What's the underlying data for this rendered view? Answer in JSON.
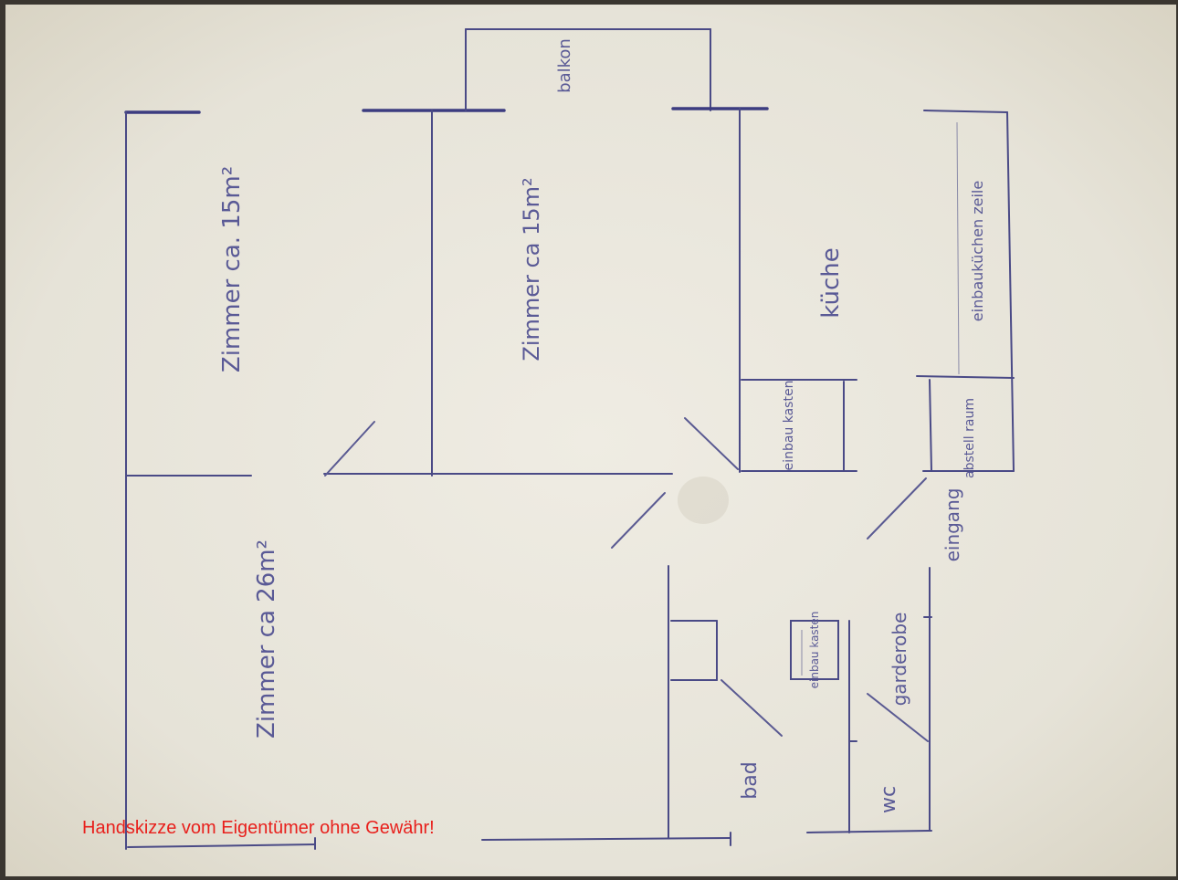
{
  "colors": {
    "paper": "#e9e6dc",
    "ink": "#4a4a86",
    "caption": "#e8201c"
  },
  "caption": "Handskizze vom Eigentümer ohne Gewähr!",
  "labels": {
    "room_top_left": "Zimmer ca. 15m²",
    "room_top_middle": "Zimmer ca 15m²",
    "room_bottom_left": "Zimmer ca 26m²",
    "balcony": "balkon",
    "kitchen": "küche",
    "kitchen_counter": "einbauküchen zeile",
    "closet_kitchen": "einbau kasten",
    "storage": "abstell raum",
    "entrance": "eingang",
    "bath": "bad",
    "wc": "wc",
    "wardrobe_closet": "einbau kasten",
    "wardrobe": "garderobe"
  }
}
